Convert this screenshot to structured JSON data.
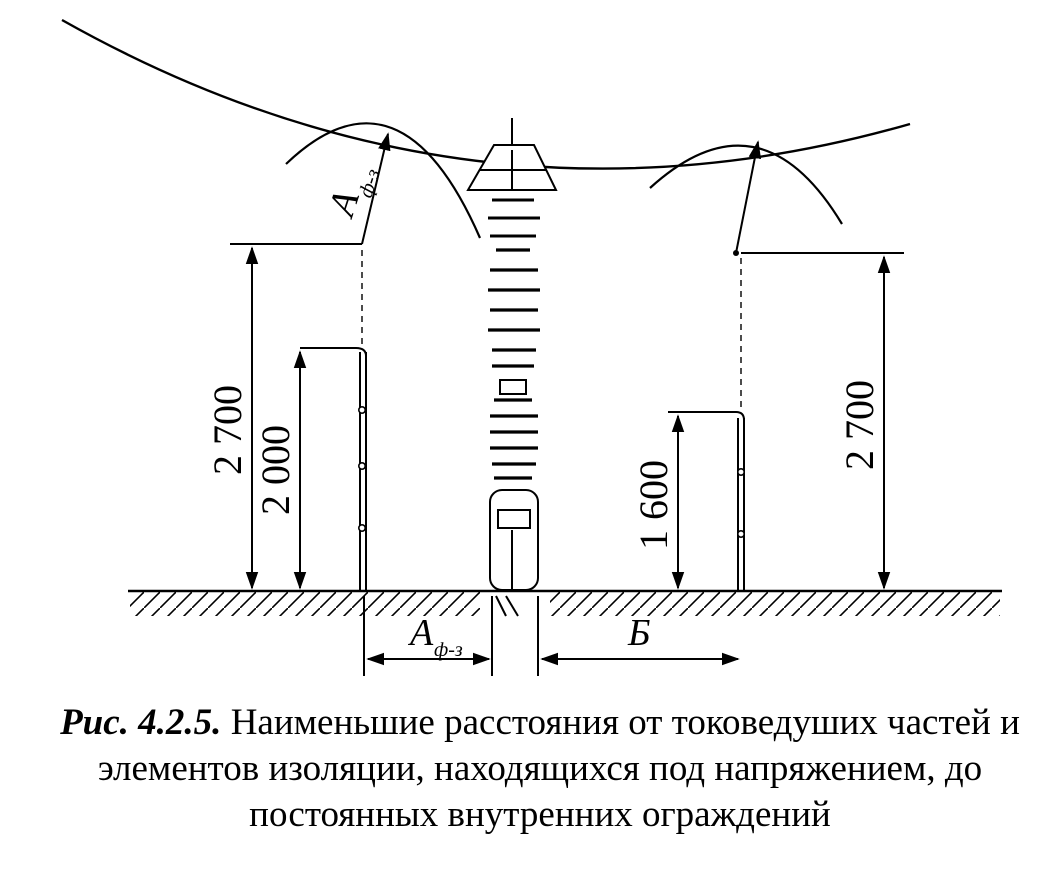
{
  "dimensions": {
    "left_outer": "2 700",
    "left_inner": "2 000",
    "right_inner": "1 600",
    "right_outer": "2 700"
  },
  "labels": {
    "a_letter": "A",
    "a_subscript": "ф-з",
    "b_letter": "Б"
  },
  "caption": {
    "figure_number": "Рис. 4.2.5.",
    "text": "Наименьшие расстояния от токоведуших частей и элементов изоляции, находящихся под напряжением, до постоянных внутренних ограждений"
  }
}
